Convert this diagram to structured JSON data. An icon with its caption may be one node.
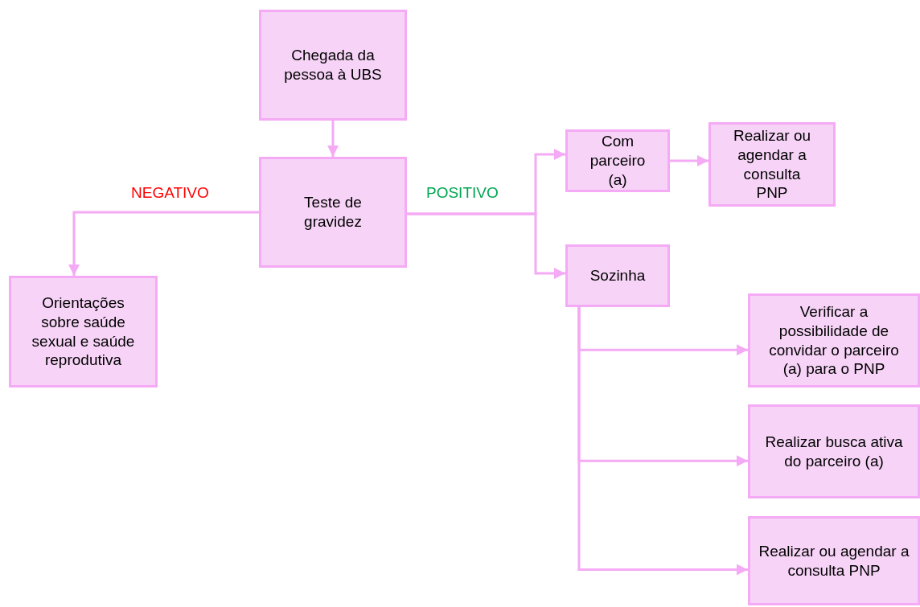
{
  "diagram": {
    "nodes": [
      {
        "text": [
          "Chegada da pessoa à UBS"
        ]
      },
      {
        "text": [
          "Teste de gravidez"
        ]
      },
      {
        "text": [
          "Orientações sobre saúde sexual e saúde reprodutiva"
        ]
      },
      {
        "text": [
          "Com parceiro (a)"
        ]
      },
      {
        "text": [
          "Realizar ou agendar a consulta PNP"
        ]
      },
      {
        "text": [
          "Sozinha"
        ]
      },
      {
        "text": [
          "Verificar a possibilidade de convidar o parceiro (a) para o PNP"
        ]
      },
      {
        "text": [
          "Realizar busca ativa do parceiro (a)"
        ]
      },
      {
        "text": [
          "Realizar ou agendar a consulta PNP"
        ]
      }
    ],
    "edges": [
      {
        "from": 0,
        "to": 1,
        "arrow": "to"
      },
      {
        "from": 1,
        "to": 2,
        "arrow": "to",
        "label": "NEGATIVO"
      },
      {
        "from": 1,
        "to": 3,
        "arrow": "to",
        "label": "POSITIVO"
      },
      {
        "from": 1,
        "to": 5,
        "arrow": "to"
      },
      {
        "from": 3,
        "to": 4,
        "arrow": "to"
      },
      {
        "from": 5,
        "to": 6,
        "arrow": "to"
      },
      {
        "from": 5,
        "to": 7,
        "arrow": "to"
      },
      {
        "from": 5,
        "to": 8,
        "arrow": "to"
      }
    ]
  }
}
